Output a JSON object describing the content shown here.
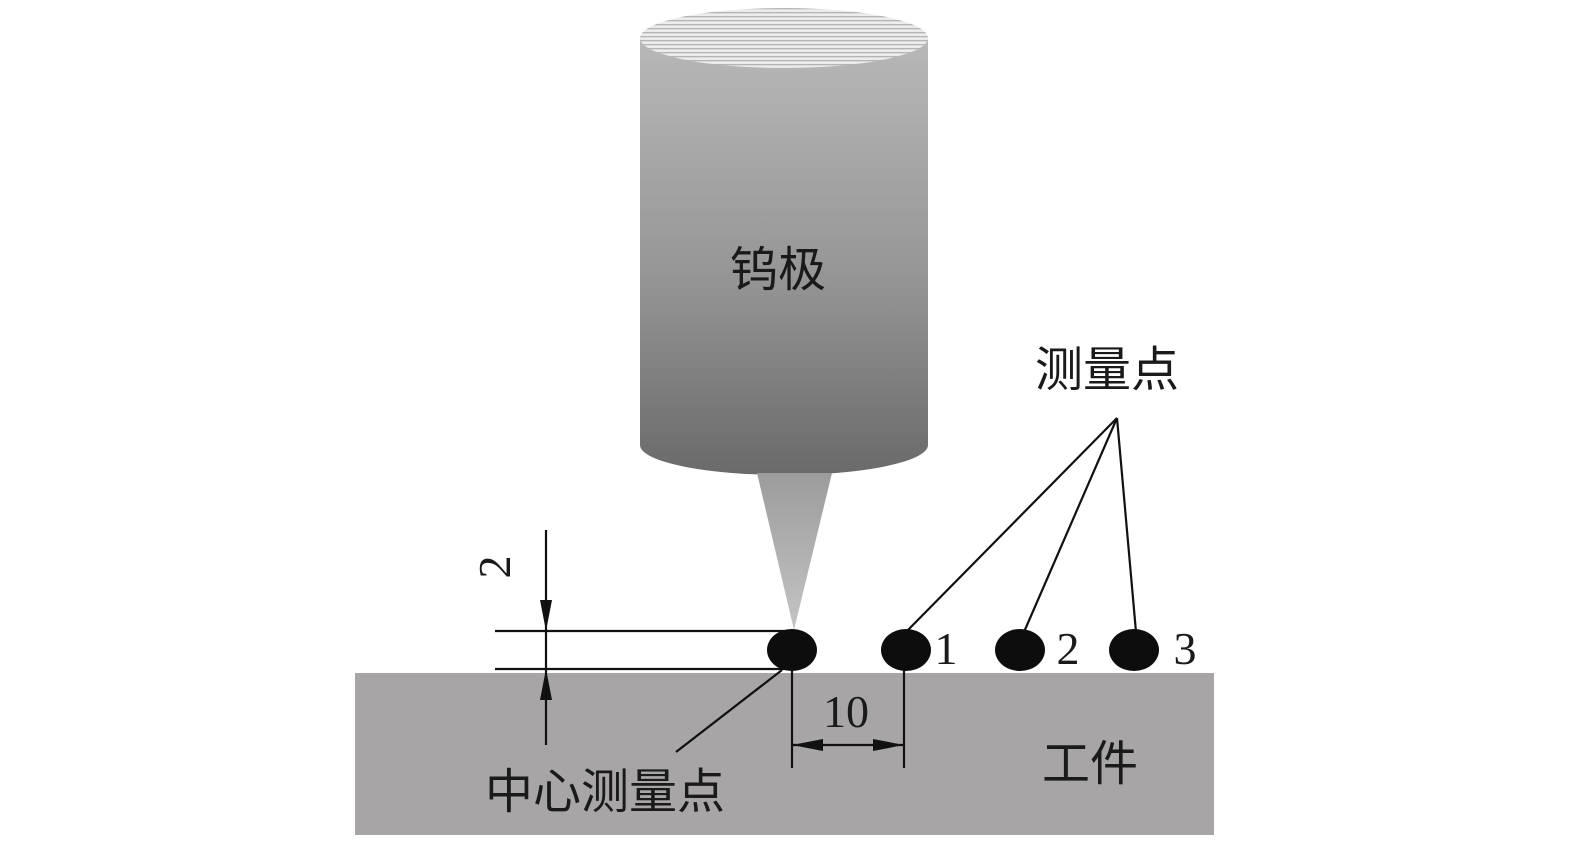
{
  "electrode": {
    "label": "钨极"
  },
  "measure_points": {
    "label": "测量点",
    "points": [
      "1",
      "2",
      "3"
    ]
  },
  "center_point": {
    "label": "中心测量点"
  },
  "workpiece": {
    "label": "工件"
  },
  "dimensions": {
    "height": "2",
    "spacing": "10"
  },
  "colors": {
    "workpiece": "#a7a5a6",
    "electrode_top": "#b8b8b8",
    "electrode_bottom": "#6a6a6a",
    "points": "#0d0d0d"
  }
}
